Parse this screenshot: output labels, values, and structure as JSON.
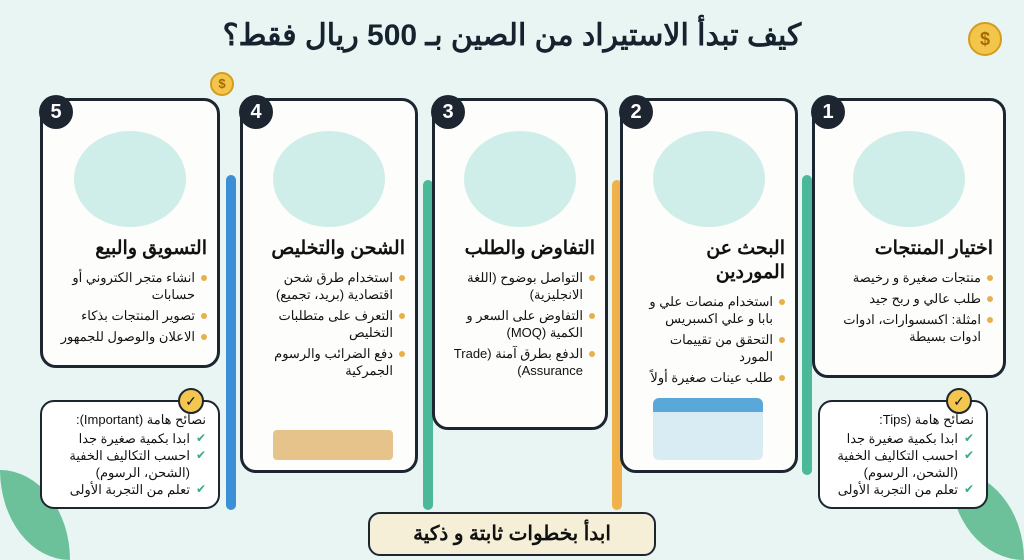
{
  "title": "كيف تبدأ الاستيراد من الصين بـ 500 ريال فقط؟",
  "colors": {
    "background": "#e8f5f3",
    "dark": "#1d2530",
    "bullet": "#e8b04a",
    "arrow_blue": "#3b8fd6",
    "arrow_green": "#4bb89a",
    "arrow_orange": "#f0b14a"
  },
  "steps": [
    {
      "number": "1",
      "icon": "magnifier-products-icon",
      "title": "اختيار المنتجات",
      "items": [
        "منتجات صغيرة و رخيصة",
        "طلب عالي و ربح جيد",
        "امثلة: اكسسوارات، ادوات ادوات بسيطة"
      ]
    },
    {
      "number": "2",
      "icon": "computer-shopping-cart-icon",
      "title": "البحث عن الموردين",
      "items": [
        "استخدام منصات علي و بابا و علي اكسبريس",
        "التحقق من تقييمات المورد",
        "طلب عينات صغيرة أولاً"
      ]
    },
    {
      "number": "3",
      "icon": "handshake-icon",
      "title": "التفاوض والطلب",
      "items": [
        "التواصل بوضوح (اللغة الانجليزية)",
        "التفاوض على السعر و الكمية (MOQ)",
        "الدفع بطرق آمنة (Trade Assurance)"
      ]
    },
    {
      "number": "4",
      "icon": "shipping-plane-ship-icon",
      "title": "الشحن والتخليص",
      "items": [
        "استخدام طرق شحن اقتصادية (بريد، تجميع)",
        "التعرف على متطلبات التخليص",
        "دفع الضرائب والرسوم الجمركية"
      ]
    },
    {
      "number": "5",
      "icon": "store-growth-icon",
      "title": "التسويق والبيع",
      "items": [
        "انشاء متجر الكتروني أو حسابات",
        "تصوير المنتجات بذكاء",
        "الاعلان والوصول للجمهور"
      ]
    }
  ],
  "tips_right": {
    "heading": "نصائح هامة (Tips:",
    "items": [
      "ابدا بكمية صغيرة جدا",
      "احسب التكاليف الخفية (الشحن، الرسوم)",
      "تعلم من التجربة الأولى"
    ]
  },
  "tips_left": {
    "heading": "نصائح هامة (Important):",
    "items": [
      "ابدا بكمية صغيرة جدا",
      "احسب التكاليف الخفية (الشحن، الرسوم)",
      "تعلم من التجربة الأولى"
    ]
  },
  "banner": "ابدأ بخطوات ثابتة و ذكية",
  "coin_symbol": "$"
}
